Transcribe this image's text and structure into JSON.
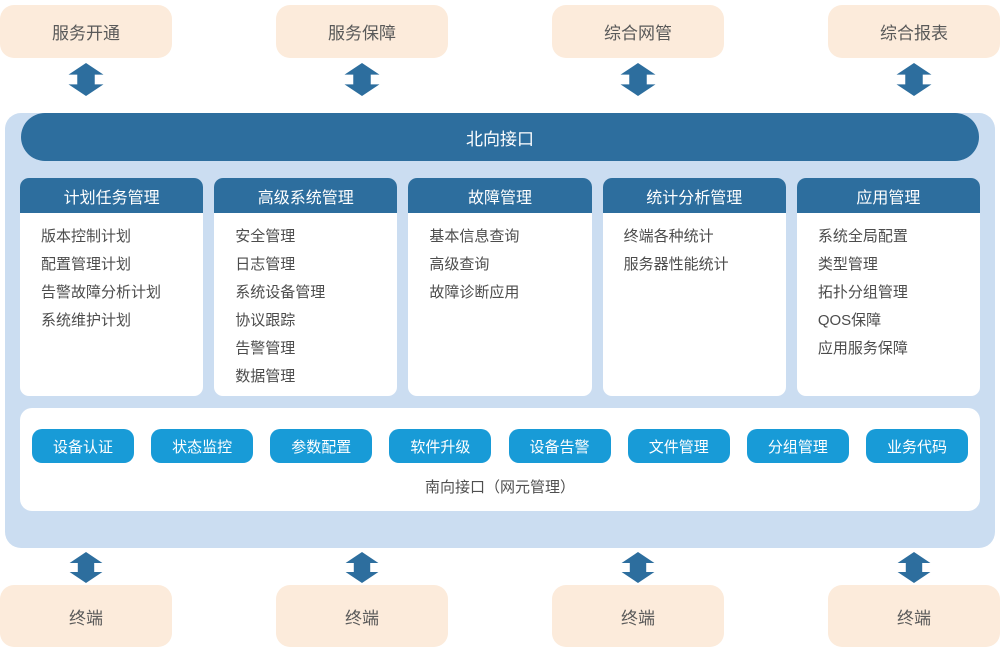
{
  "top_boxes": [
    "服务开通",
    "服务保障",
    "综合网管",
    "综合报表"
  ],
  "northbound": {
    "label": "北向接口"
  },
  "cards": [
    {
      "title": "计划任务管理",
      "items": [
        "版本控制计划",
        "配置管理计划",
        "告警故障分析计划",
        "系统维护计划"
      ]
    },
    {
      "title": "高级系统管理",
      "items": [
        "安全管理",
        "日志管理",
        "系统设备管理",
        "协议跟踪",
        "告警管理",
        "数据管理"
      ]
    },
    {
      "title": "故障管理",
      "items": [
        "基本信息查询",
        "高级查询",
        "故障诊断应用"
      ]
    },
    {
      "title": "统计分析管理",
      "items": [
        "终端各种统计",
        "服务器性能统计"
      ]
    },
    {
      "title": "应用管理",
      "items": [
        "系统全局配置",
        "类型管理",
        "拓扑分组管理",
        "QOS保障",
        "应用服务保障"
      ]
    }
  ],
  "southbound": {
    "buttons": [
      "设备认证",
      "状态监控",
      "参数配置",
      "软件升级",
      "设备告警",
      "文件管理",
      "分组管理",
      "业务代码"
    ],
    "label": "南向接口（网元管理）"
  },
  "bottom_boxes": [
    "终端",
    "终端",
    "终端",
    "终端"
  ],
  "colors": {
    "soft_box_bg": "#fcebdb",
    "container_bg": "#cbddf1",
    "dark_blue": "#2d6e9e",
    "button_blue": "#189bd7",
    "text_gray": "#4c4c4c"
  }
}
